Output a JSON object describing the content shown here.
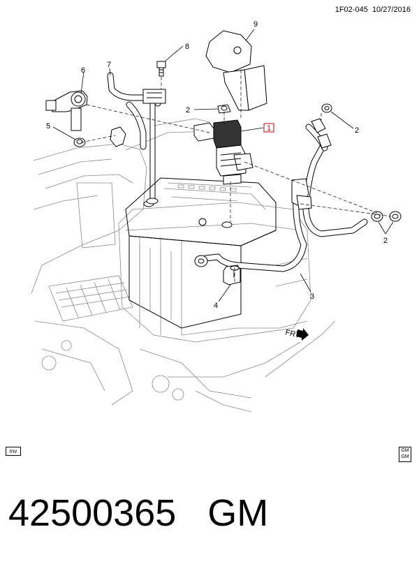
{
  "header": {
    "figure_id": "1F02-045",
    "date": "10/27/2016"
  },
  "callouts": [
    {
      "id": "c9",
      "label": "9"
    },
    {
      "id": "c8",
      "label": "8"
    },
    {
      "id": "c7",
      "label": "7"
    },
    {
      "id": "c6",
      "label": "6"
    },
    {
      "id": "c5",
      "label": "5"
    },
    {
      "id": "c2a",
      "label": "2"
    },
    {
      "id": "c1",
      "label": "1"
    },
    {
      "id": "c2b",
      "label": "2"
    },
    {
      "id": "c2c",
      "label": "2"
    },
    {
      "id": "c3",
      "label": "3"
    },
    {
      "id": "c4",
      "label": "4"
    }
  ],
  "direction_label": "FRT",
  "corner_marks": {
    "left": "mv",
    "right_top": "GM",
    "right_bottom": "GM"
  },
  "footer": {
    "part_number": "42500365",
    "brand": "GM"
  }
}
